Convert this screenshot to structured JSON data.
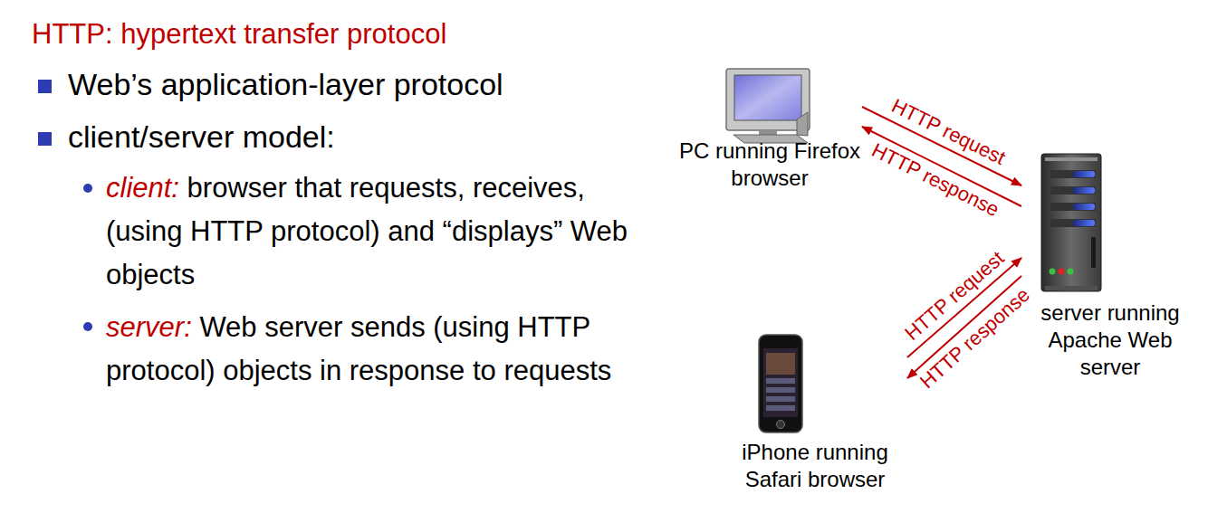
{
  "diagram": {
    "title": "HTTP: hypertext transfer protocol",
    "nodes": [
      {
        "text": [
          "PC running Firefox browser"
        ]
      },
      {
        "text": [
          "server running Apache Web server"
        ]
      },
      {
        "text": [
          "iPhone running Safari browser"
        ]
      }
    ],
    "edges": [
      {
        "from": 0,
        "to": 1,
        "label": "HTTP request",
        "arrow": "to"
      },
      {
        "from": 1,
        "to": 0,
        "label": "HTTP response",
        "arrow": "to"
      },
      {
        "from": 2,
        "to": 1,
        "label": "HTTP request",
        "arrow": "to"
      },
      {
        "from": 1,
        "to": 2,
        "label": "HTTP response",
        "arrow": "to"
      }
    ],
    "labels": [
      "Web’s application-layer protocol",
      "client/server model:",
      "client:",
      "browser that requests, receives, (using HTTP protocol) and “displays” Web objects",
      "server:",
      "Web server sends (using HTTP protocol) objects in response to requests"
    ]
  }
}
